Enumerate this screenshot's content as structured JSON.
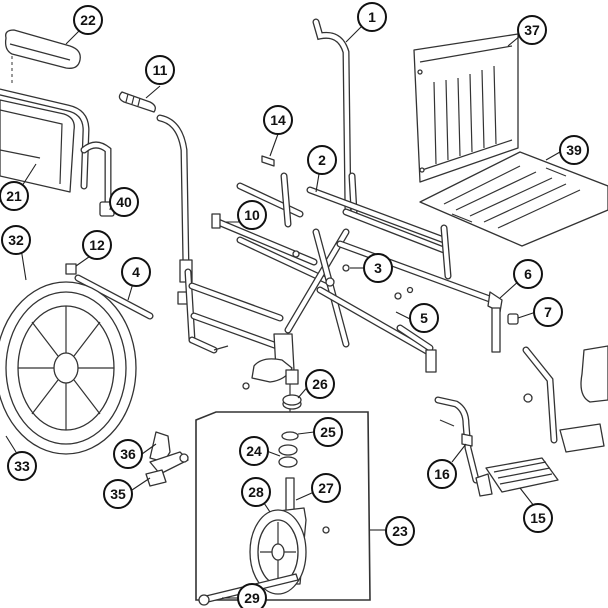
{
  "callouts": [
    {
      "id": "c1",
      "label": "1"
    },
    {
      "id": "c2",
      "label": "2"
    },
    {
      "id": "c3",
      "label": "3"
    },
    {
      "id": "c4",
      "label": "4"
    },
    {
      "id": "c5",
      "label": "5"
    },
    {
      "id": "c6",
      "label": "6"
    },
    {
      "id": "c7",
      "label": "7"
    },
    {
      "id": "c10",
      "label": "10"
    },
    {
      "id": "c11",
      "label": "11"
    },
    {
      "id": "c12",
      "label": "12"
    },
    {
      "id": "c14",
      "label": "14"
    },
    {
      "id": "c15",
      "label": "15"
    },
    {
      "id": "c16",
      "label": "16"
    },
    {
      "id": "c21",
      "label": "21"
    },
    {
      "id": "c22",
      "label": "22"
    },
    {
      "id": "c23",
      "label": "23"
    },
    {
      "id": "c24",
      "label": "24"
    },
    {
      "id": "c25",
      "label": "25"
    },
    {
      "id": "c26",
      "label": "26"
    },
    {
      "id": "c27",
      "label": "27"
    },
    {
      "id": "c28",
      "label": "28"
    },
    {
      "id": "c29",
      "label": "29"
    },
    {
      "id": "c32",
      "label": "32"
    },
    {
      "id": "c33",
      "label": "33"
    },
    {
      "id": "c35",
      "label": "35"
    },
    {
      "id": "c36",
      "label": "36"
    },
    {
      "id": "c37",
      "label": "37"
    },
    {
      "id": "c39",
      "label": "39"
    },
    {
      "id": "c40",
      "label": "40"
    }
  ]
}
